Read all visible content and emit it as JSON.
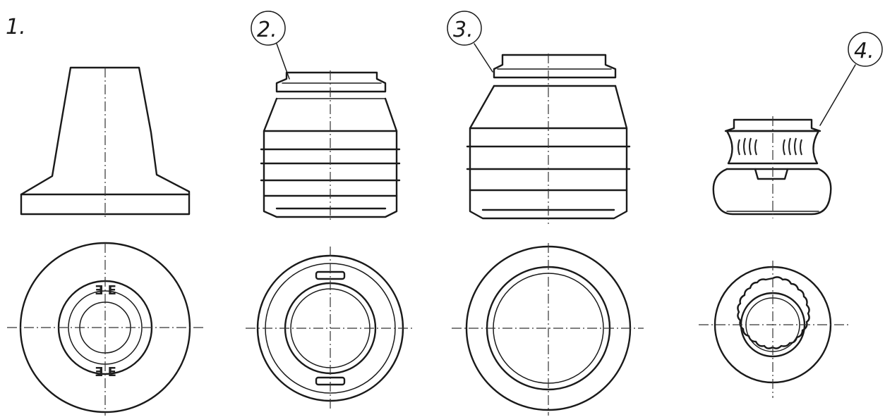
{
  "figures": [
    {
      "id": 1,
      "label": "1."
    },
    {
      "id": 2,
      "label": "2."
    },
    {
      "id": 3,
      "label": "3."
    },
    {
      "id": 4,
      "label": "4."
    }
  ],
  "symbols": {
    "upper_mark": "Ǝ E",
    "lower_mark": "Ǝ E"
  }
}
